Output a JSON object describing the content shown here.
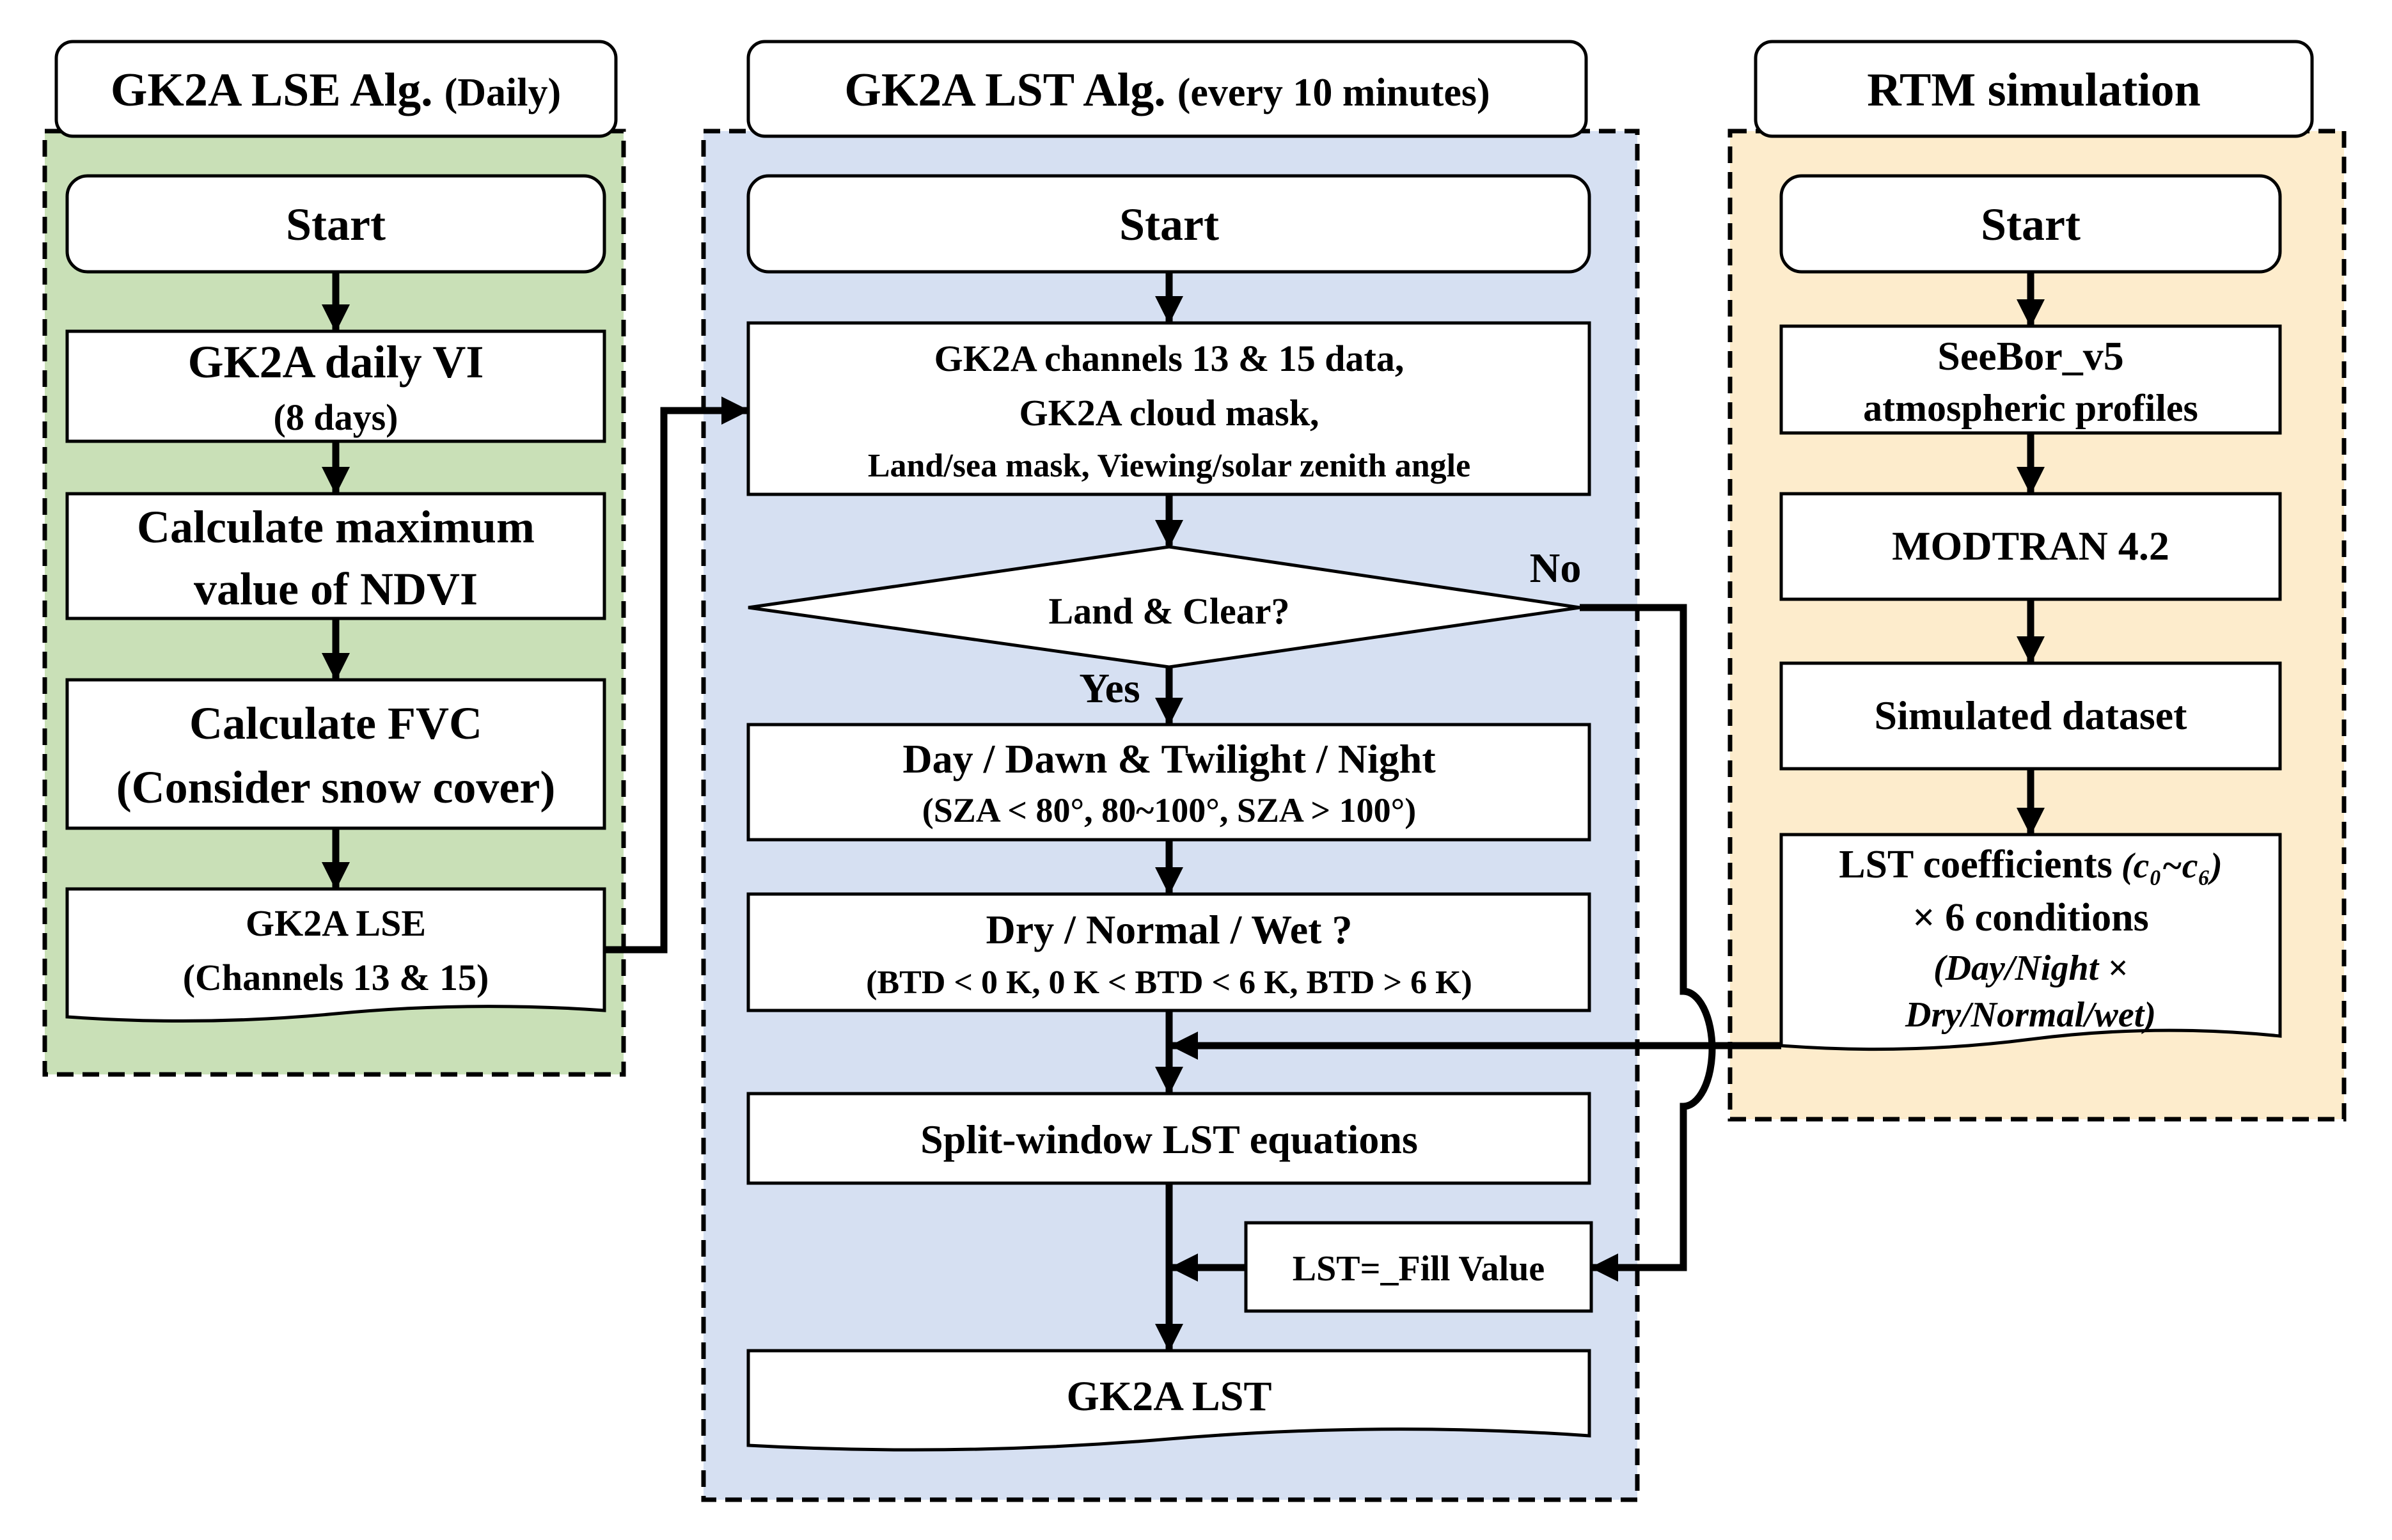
{
  "colors": {
    "lse_panel": "#c9e0b7",
    "lst_panel": "#d6e0f2",
    "rtm_panel": "#fdeccc"
  },
  "panels": {
    "lse": {
      "title": "GK2A LSE Alg.",
      "title_note": "(Daily)"
    },
    "lst": {
      "title": "GK2A LST Alg.",
      "title_note": "(every 10 minutes)"
    },
    "rtm": {
      "title": "RTM simulation"
    }
  },
  "lse_nodes": {
    "start": "Start",
    "vi_line1": "GK2A daily VI",
    "vi_line2": "(8 days)",
    "ndvi_line1": "Calculate maximum",
    "ndvi_line2": "value of NDVI",
    "fvc_line1": "Calculate FVC",
    "fvc_line2": "(Consider snow cover)",
    "lse_line1": "GK2A LSE",
    "lse_line2": "(Channels 13 & 15)"
  },
  "lst_nodes": {
    "start": "Start",
    "input_line1": "GK2A channels 13 & 15 data,",
    "input_line2": "GK2A cloud mask,",
    "input_line3": "Land/sea mask, Viewing/solar zenith angle",
    "decision": "Land & Clear?",
    "no_label": "No",
    "yes_label": "Yes",
    "day_line1": "Day / Dawn & Twilight / Night",
    "day_line2": "(SZA < 80°, 80~100°, SZA > 100°)",
    "dry_line1": "Dry / Normal / Wet ?",
    "dry_line2": "(BTD < 0 K, 0 K < BTD < 6 K, BTD > 6 K)",
    "split": "Split-window LST equations",
    "fill": "LST=_Fill Value",
    "output": "GK2A LST"
  },
  "rtm_nodes": {
    "start": "Start",
    "seebor_line1": "SeeBor_v5",
    "seebor_line2": "atmospheric profiles",
    "modtran": "MODTRAN 4.2",
    "simulated": "Simulated dataset",
    "coef_line1": "LST coefficients",
    "coef_range": "(c₀~c₆)",
    "coef_line2": "× 6 conditions",
    "coef_line3": "(Day/Night ×",
    "coef_line4": "Dry/Normal/wet)"
  }
}
